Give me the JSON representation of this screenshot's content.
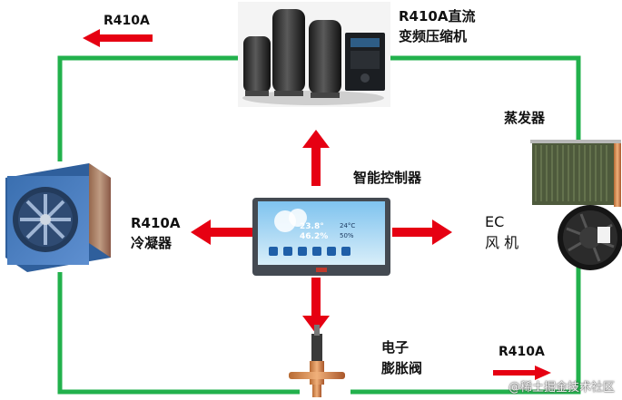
{
  "compressor": {
    "line1": "R410A直流",
    "line2": "变频压缩机"
  },
  "top_refrigerant": "R410A",
  "evaporator": "蒸发器",
  "controller": "智能控制器",
  "condenser": {
    "line1": "R410A",
    "line2": "冷凝器"
  },
  "ec_fan": {
    "line1": "EC",
    "line2": "风 机"
  },
  "valve": {
    "line1": "电子",
    "line2": "膨胀阀"
  },
  "bottom_refrigerant": "R410A",
  "controller_screen": {
    "temp": "23.8°",
    "humidity": "46.2%",
    "side_temp": "24°C",
    "side_hum": "50%"
  },
  "watermark": "@稀土掘金技术社区",
  "colors": {
    "pipe": "#22b14c",
    "arrow": "#e60012"
  }
}
